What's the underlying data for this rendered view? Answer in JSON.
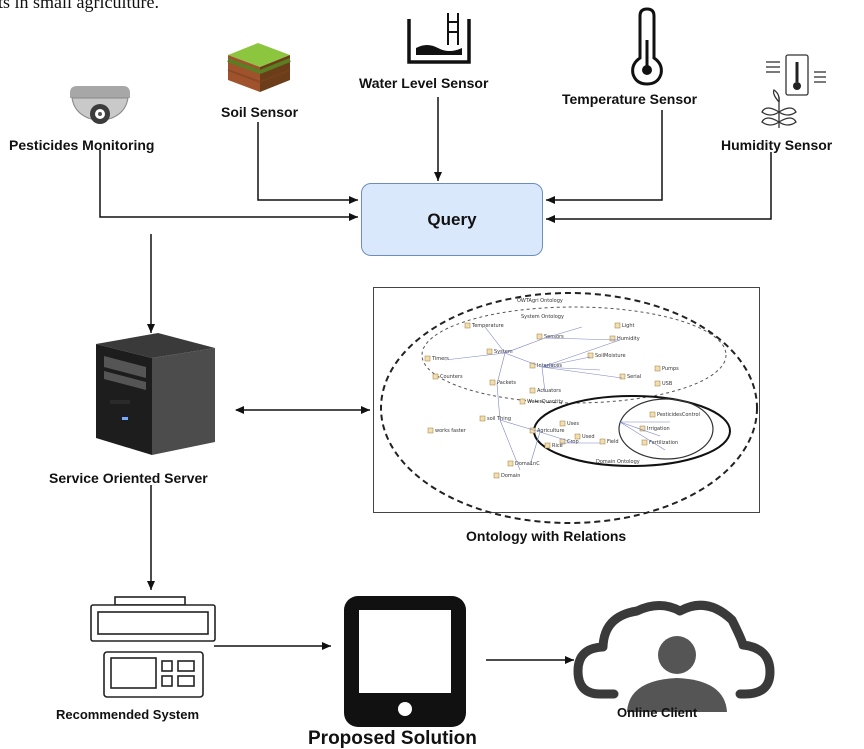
{
  "caption_fragment": "ts in small agriculture.",
  "sensors": {
    "pesticides": "Pesticides Monitoring",
    "soil": "Soil Sensor",
    "water": "Water Level Sensor",
    "temperature": "Temperature Sensor",
    "humidity": "Humidity Sensor"
  },
  "query_label": "Query",
  "server_label": "Service Oriented Server",
  "ontology": {
    "caption": "Ontology with Relations",
    "title": "OWTAgri Ontology",
    "system_title": "System Ontology",
    "domain_title": "Domain Ontology",
    "nodes": [
      "Temperature",
      "Sensors",
      "Light",
      "Humidity",
      "Timers",
      "System",
      "Interfaces",
      "SoilMoisture",
      "Pumps",
      "Counters",
      "Packets",
      "Actuators",
      "Serial",
      "USB",
      "WaterQuantity",
      "soil Thing",
      "Crop",
      "Agriculture",
      "Irrigation",
      "PesticidesControl",
      "Fertilization",
      "Domain",
      "Doma1nC",
      "Field",
      "Rice",
      "Uses",
      "Used",
      "works faster"
    ]
  },
  "recommended_label": "Recommended System",
  "proposed_label": "Proposed Solution",
  "client_label": "Online Client",
  "colors": {
    "query_fill": "#dae8fc",
    "query_border": "#6c8ebf",
    "soil_green": "#8cc63f",
    "soil_brown": "#8b5a2b"
  }
}
